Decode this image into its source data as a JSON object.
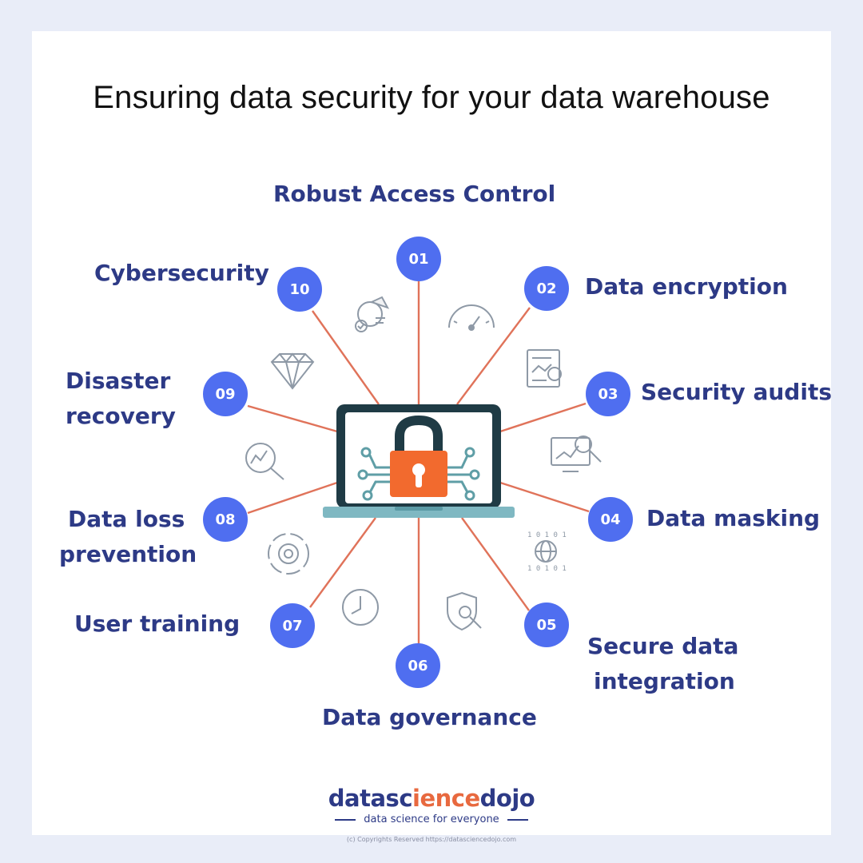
{
  "title": "Ensuring data security for your data warehouse",
  "items": [
    {
      "num": "01",
      "label": "Robust Access Control",
      "icon": "pie-chart-check-icon"
    },
    {
      "num": "02",
      "label": "Data encryption",
      "icon": "gauge-icon"
    },
    {
      "num": "03",
      "label": "Security audits",
      "icon": "report-chart-icon"
    },
    {
      "num": "04",
      "label": "Data masking",
      "icon": "monitor-analytics-icon"
    },
    {
      "num": "05",
      "label": "Secure data integration",
      "label_lines": [
        "Secure data",
        "integration"
      ],
      "icon": "binary-globe-icon"
    },
    {
      "num": "06",
      "label": "Data governance",
      "icon": "shield-search-icon"
    },
    {
      "num": "07",
      "label": "User training",
      "icon": "clock-icon"
    },
    {
      "num": "08",
      "label": "Data loss prevention",
      "label_lines": [
        "Data loss",
        "prevention"
      ],
      "icon": "gear-cycle-icon"
    },
    {
      "num": "09",
      "label": "Disaster recovery",
      "label_lines": [
        "Disaster",
        "recovery"
      ],
      "icon": "magnifier-chart-icon"
    },
    {
      "num": "10",
      "label": "Cybersecurity",
      "icon": "diamond-icon"
    }
  ],
  "logo": {
    "part1": "datasc",
    "part2": "ience",
    "part3": "dojo"
  },
  "tagline": "data science for everyone",
  "copyright": "(c) Copyrights Reserved  https://datasciencedojo.com",
  "colors": {
    "accent": "#4f6ef0",
    "label": "#2d3a86",
    "line": "#e0735a",
    "lock": "#f26a2e",
    "laptop": "#1f3b45"
  }
}
